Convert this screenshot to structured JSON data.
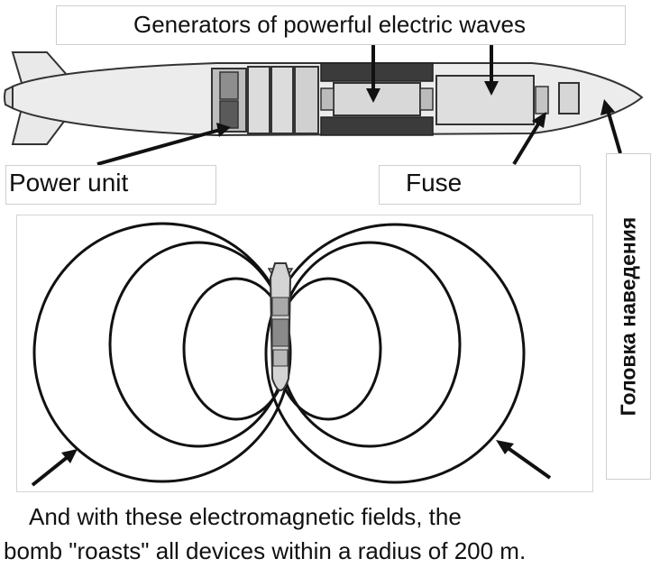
{
  "labels": {
    "generators": "Generators of powerful electric waves",
    "power_unit": "Power unit",
    "fuse": "Fuse",
    "homing_head": "Головка наведения"
  },
  "caption": {
    "line1": "And with these electromagnetic fields, the",
    "line2": "bomb \"roasts\" all devices within a radius of 200 m."
  }
}
